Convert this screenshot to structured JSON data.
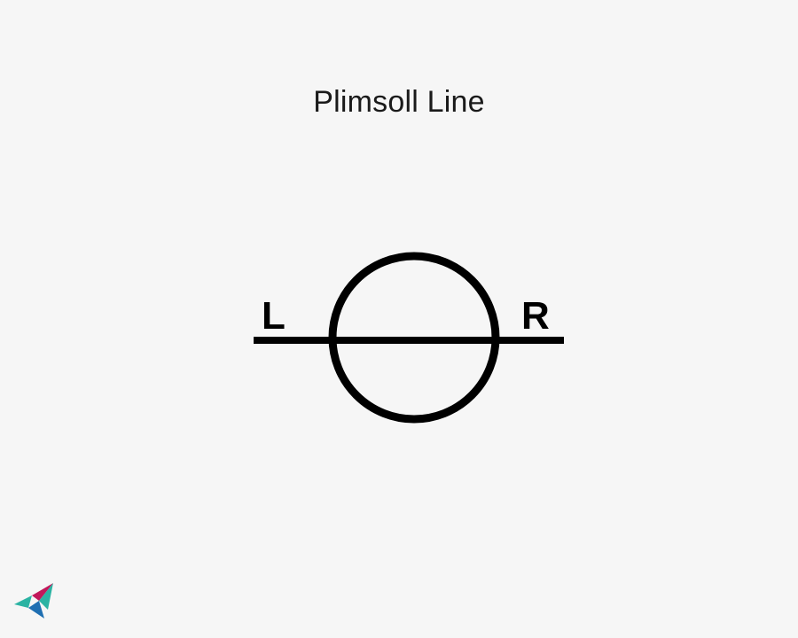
{
  "title": "Plimsoll Line",
  "diagram": {
    "left_label": "L",
    "right_label": "R",
    "stroke_color": "#000000"
  },
  "logo": {
    "icon": "bird-logo-icon",
    "colors": [
      "#2bb3a3",
      "#c2185b",
      "#1f6fb2"
    ]
  }
}
